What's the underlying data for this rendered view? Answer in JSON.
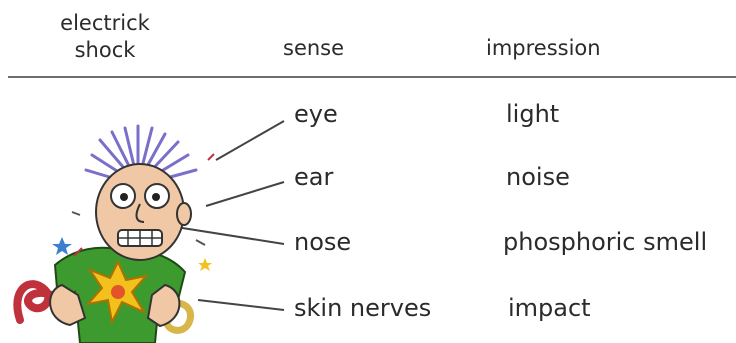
{
  "header": {
    "col1_line1": "electrick",
    "col1_line2": "shock",
    "col2": "sense",
    "col3": "impression"
  },
  "rows": [
    {
      "sense": "eye",
      "impression": "light"
    },
    {
      "sense": "ear",
      "impression": "noise"
    },
    {
      "sense": "nose",
      "impression": "phosphoric smell"
    },
    {
      "sense": "skin nerves",
      "impression": "impact"
    }
  ],
  "illustration": {
    "subject": "electrocuted-cartoon-man-icon"
  },
  "colors": {
    "text": "#2b2b2b",
    "rule": "#6e6e6e",
    "hair": "#7a6fc9",
    "shirt": "#3d9a2e",
    "spark": "#f2c11c",
    "cable_red": "#c0323b",
    "cable_yellow": "#d9b64a"
  }
}
